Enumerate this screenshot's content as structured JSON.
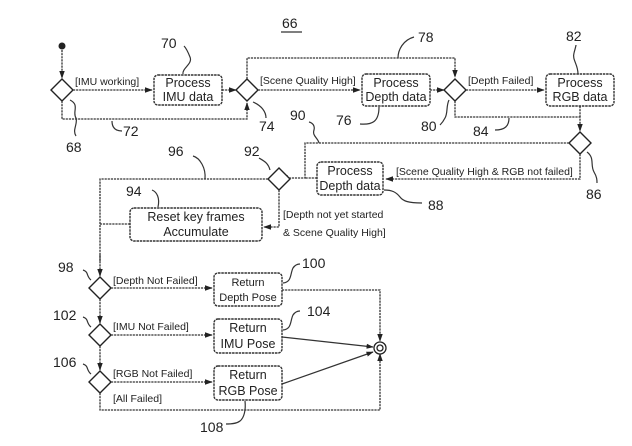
{
  "figure": {
    "number": "66",
    "start_node": "initial-node",
    "end_node": "final-node"
  },
  "nodes": {
    "process_imu": {
      "line1": "Process",
      "line2": "IMU data",
      "ref": "70"
    },
    "process_depth": {
      "line1": "Process",
      "line2": "Depth data",
      "ref": "76"
    },
    "process_rgb": {
      "line1": "Process",
      "line2": "RGB data",
      "ref": "82"
    },
    "process_depth_2": {
      "line1": "Process",
      "line2": "Depth data",
      "ref": "88"
    },
    "reset_key_frames": {
      "line1": "Reset key frames",
      "line2": "Accumulate",
      "ref": "94"
    },
    "return_depth": {
      "line1": "Return",
      "line2": "Depth Pose",
      "ref": "100"
    },
    "return_imu": {
      "line1": "Return",
      "line2": "IMU Pose",
      "ref": "104"
    },
    "return_rgb": {
      "line1": "Return",
      "line2": "RGB Pose",
      "ref": "108"
    }
  },
  "decisions": {
    "d68": "68",
    "d74": "74",
    "d80": "80",
    "d86": "86",
    "d92": "92",
    "d98": "98",
    "d102": "102",
    "d106": "106"
  },
  "guards": {
    "imu_working": "[IMU working]",
    "scene_quality_high": "[Scene Quality High]",
    "depth_failed": "[Depth Failed]",
    "scene_quality_rgb": "[Scene Quality High & RGB not failed]",
    "depth_not_started_1": "[Depth not yet started",
    "depth_not_started_2": "& Scene Quality High]",
    "depth_not_failed": "[Depth Not Failed]",
    "imu_not_failed": "[IMU Not Failed]",
    "rgb_not_failed": "[RGB Not Failed]",
    "all_failed": "[All Failed]"
  },
  "refs": {
    "r72": "72",
    "r78": "78",
    "r84": "84",
    "r90": "90",
    "r96": "96"
  }
}
